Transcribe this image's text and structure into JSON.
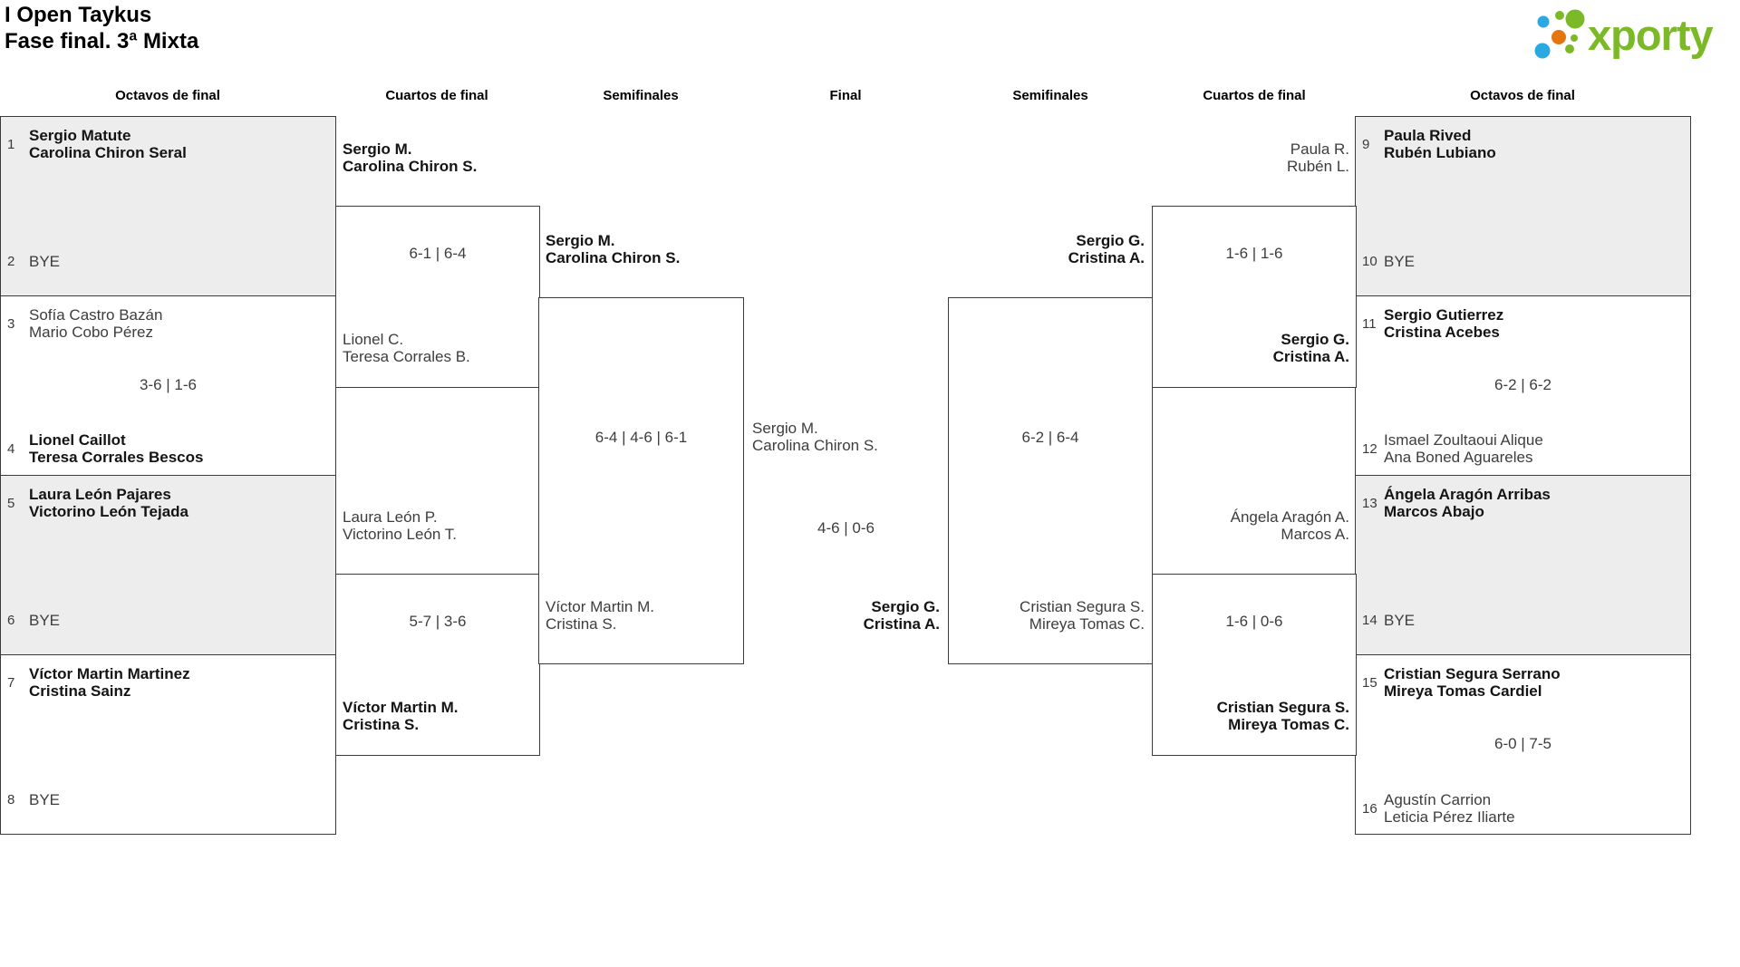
{
  "title": {
    "line1": "I Open Taykus",
    "line2": "Fase final. 3ª Mixta"
  },
  "logo": {
    "brand": "xporty"
  },
  "colors": {
    "brand_green": "#7cb926",
    "brand_blue": "#2aa8e0",
    "brand_orange": "#e5750e",
    "bye_box_gray": "#ededed"
  },
  "round_headers": {
    "l_oct": "Octavos de final",
    "l_qf": "Cuartos de final",
    "l_sf": "Semifinales",
    "final": "Final",
    "r_sf": "Semifinales",
    "r_qf": "Cuartos de final",
    "r_oct": "Octavos de final"
  },
  "entries": {
    "e1": {
      "seed": "1",
      "l1": "Sergio Matute",
      "l2": "Carolina Chiron Seral",
      "w": "bold"
    },
    "e2": {
      "seed": "2",
      "l1": "BYE",
      "w": "normal"
    },
    "e3": {
      "seed": "3",
      "l1": "Sofía Castro Bazán",
      "l2": "Mario Cobo Pérez",
      "w": "normal"
    },
    "e4": {
      "seed": "4",
      "l1": "Lionel Caillot",
      "l2": "Teresa Corrales Bescos",
      "w": "bold"
    },
    "e5": {
      "seed": "5",
      "l1": "Laura León Pajares",
      "l2": "Victorino León Tejada",
      "w": "bold"
    },
    "e6": {
      "seed": "6",
      "l1": "BYE",
      "w": "normal"
    },
    "e7": {
      "seed": "7",
      "l1": "Víctor Martin Martinez",
      "l2": "Cristina Sainz",
      "w": "bold"
    },
    "e8": {
      "seed": "8",
      "l1": "BYE",
      "w": "normal"
    },
    "e9": {
      "seed": "9",
      "l1": "Paula Rived",
      "l2": "Rubén Lubiano",
      "w": "bold"
    },
    "e10": {
      "seed": "10",
      "l1": "BYE",
      "w": "normal"
    },
    "e11": {
      "seed": "11",
      "l1": "Sergio Gutierrez",
      "l2": "Cristina Acebes",
      "w": "bold"
    },
    "e12": {
      "seed": "12",
      "l1": "Ismael Zoultaoui Alique",
      "l2": "Ana Boned Aguareles",
      "w": "normal"
    },
    "e13": {
      "seed": "13",
      "l1": "Ángela Aragón Arribas",
      "l2": "Marcos Abajo",
      "w": "bold"
    },
    "e14": {
      "seed": "14",
      "l1": "BYE",
      "w": "normal"
    },
    "e15": {
      "seed": "15",
      "l1": "Cristian Segura Serrano",
      "l2": "Mireya Tomas Cardiel",
      "w": "bold"
    },
    "e16": {
      "seed": "16",
      "l1": "Agustín Carrion",
      "l2": "Leticia Pérez Iliarte",
      "w": "normal"
    }
  },
  "oct_scores": {
    "m34": "3-6 | 1-6",
    "m1112": "6-2 | 6-2",
    "m1516": "6-0 | 7-5"
  },
  "qf": {
    "lqf1": {
      "t1": "Sergio M.",
      "t2": "Carolina Chiron S.",
      "tw": "bold",
      "score": "6-1 | 6-4",
      "b1": "Lionel C.",
      "b2": "Teresa Corrales B.",
      "bw": "normal"
    },
    "lqf2": {
      "t1": "Laura León P.",
      "t2": "Victorino León T.",
      "tw": "normal",
      "score": "5-7 | 3-6",
      "b1": "Víctor Martin M.",
      "b2": "Cristina S.",
      "bw": "bold"
    },
    "rqf1": {
      "t1": "Paula R.",
      "t2": "Rubén L.",
      "tw": "normal",
      "score": "1-6 | 1-6",
      "b1": "Sergio G.",
      "b2": "Cristina A.",
      "bw": "bold"
    },
    "rqf2": {
      "t1": "Ángela Aragón A.",
      "t2": "Marcos A.",
      "tw": "normal",
      "score": "1-6 | 0-6",
      "b1": "Cristian Segura S.",
      "b2": "Mireya Tomas C.",
      "bw": "bold"
    }
  },
  "sf": {
    "lsf": {
      "t1": "Sergio M.",
      "t2": "Carolina Chiron S.",
      "tw": "bold",
      "score": "6-4 | 4-6 | 6-1",
      "b1": "Víctor Martin M.",
      "b2": "Cristina S.",
      "bw": "normal"
    },
    "rsf": {
      "t1": "Sergio G.",
      "t2": "Cristina A.",
      "tw": "bold",
      "score": "6-2 | 6-4",
      "b1": "Cristian Segura S.",
      "b2": "Mireya Tomas C.",
      "bw": "normal"
    }
  },
  "final": {
    "t1": "Sergio M.",
    "t2": "Carolina Chiron S.",
    "tw": "normal",
    "score": "4-6 | 0-6",
    "b1": "Sergio G.",
    "b2": "Cristina A.",
    "bw": "bold"
  }
}
